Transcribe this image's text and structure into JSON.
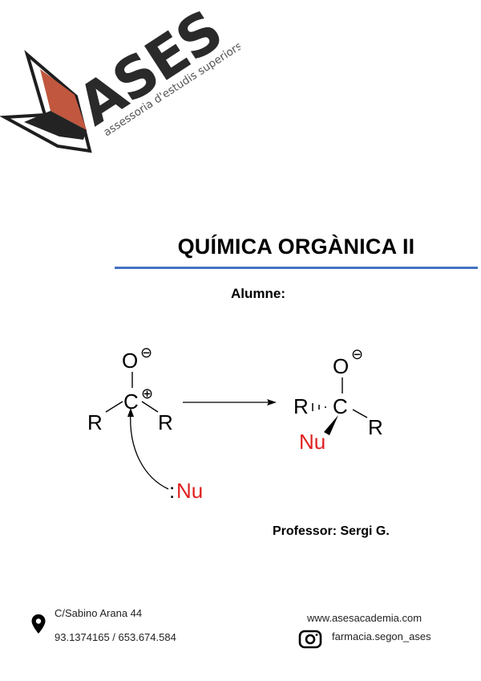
{
  "logo": {
    "brand": "ASES",
    "tagline": "assessoria d'estudis superiors",
    "colors": {
      "accent": "#c0573e",
      "dark": "#2a2a2a"
    }
  },
  "document": {
    "title": "QUÍMICA ORGÀNICA II",
    "title_rule_color": "#4472c4",
    "student_label": "Alumne:",
    "professor": "Professor: Sergi G."
  },
  "reaction": {
    "reactant": {
      "oxygen": "O",
      "oxygen_charge": "⊖",
      "carbon": "C",
      "carbon_charge": "⊕",
      "left_group": "R",
      "right_group": "R"
    },
    "nucleophile": {
      "colon": ":",
      "label": "Nu",
      "color": "#e02020"
    },
    "product": {
      "oxygen": "O",
      "oxygen_charge": "⊖",
      "carbon": "C",
      "left_group": "R",
      "right_group": "R",
      "nucleophile": "Nu"
    }
  },
  "footer": {
    "address": "C/Sabino Arana 44",
    "phone": "93.1374165 / 653.674.584",
    "website": "www.asesacademia.com",
    "instagram": "farmacia.segon_ases",
    "icons": {
      "location": "map-pin-icon",
      "social": "instagram-icon"
    }
  }
}
